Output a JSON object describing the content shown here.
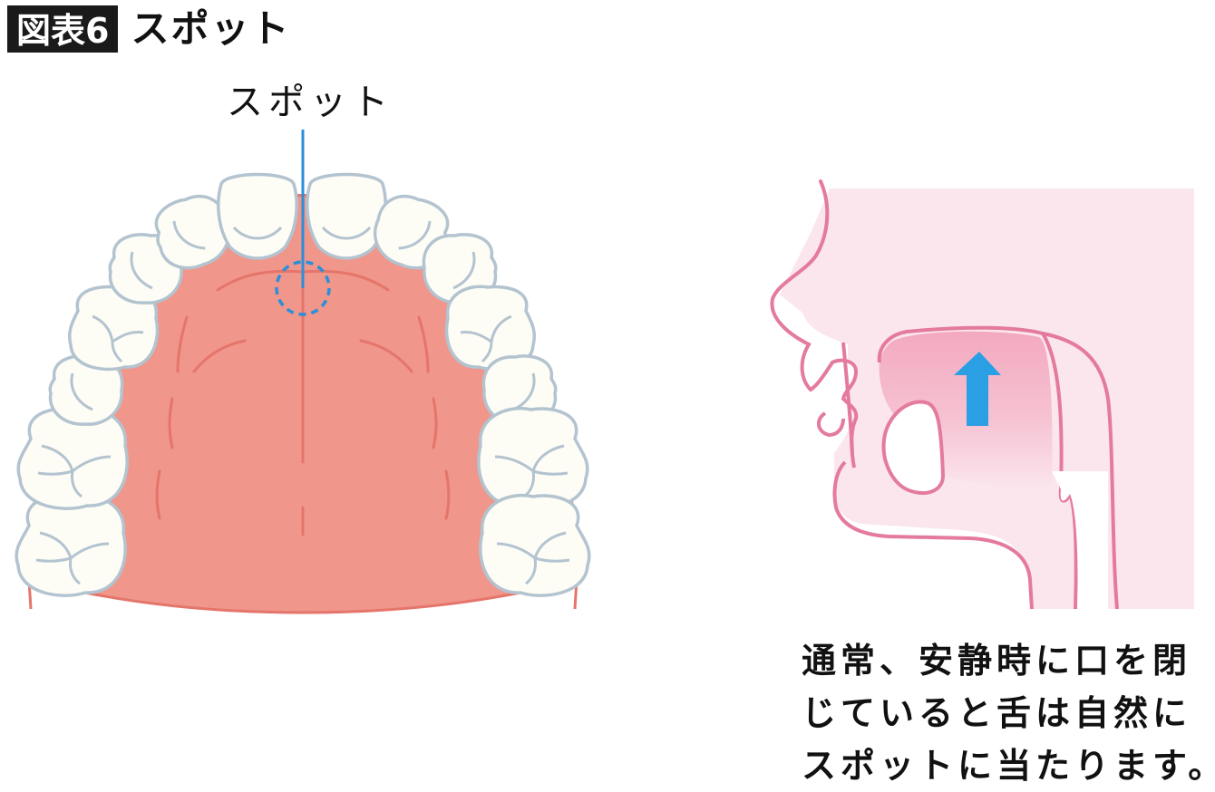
{
  "header": {
    "figure_label": "図表6",
    "title": "スポット"
  },
  "palate": {
    "spot_label": "スポット"
  },
  "caption": {
    "line1": "通常、安静時に口を閉",
    "line2": "じていると舌は自然に",
    "line3": "スポットに当たります。"
  },
  "colors": {
    "palate": "#f0968a",
    "palate_line": "#e5756a",
    "tooth_fill": "#fdfdf6",
    "tooth_outline": "#b3c3cf",
    "spot_marker": "#2a8fd8",
    "profile_line": "#e47a9c",
    "profile_fill": "#fbe6ee",
    "tongue_fill": "#f3b4c7",
    "arrow": "#2a9fe4"
  }
}
